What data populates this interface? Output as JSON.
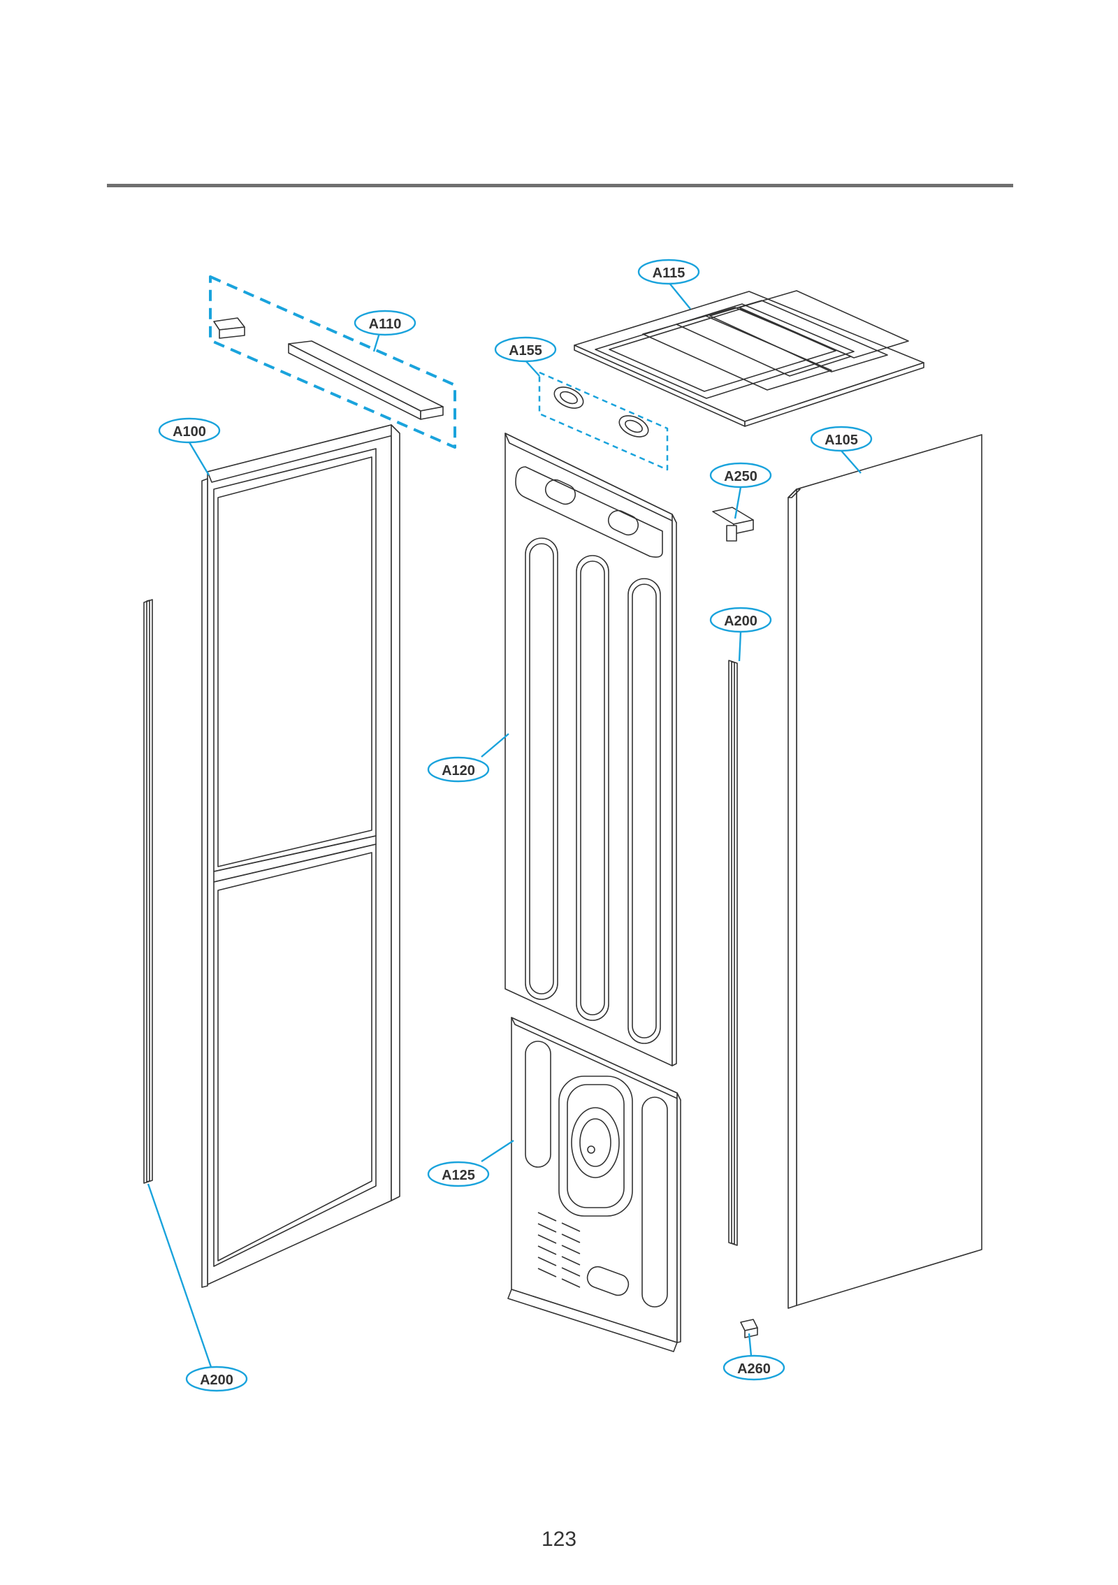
{
  "page": {
    "number": "123"
  },
  "colors": {
    "callout": "#1aa3dc",
    "line": "#333333",
    "fill": "#ffffff",
    "rule": "#6f6f6f"
  },
  "callouts": [
    {
      "id": "a115",
      "label": "A115"
    },
    {
      "id": "a110",
      "label": "A110"
    },
    {
      "id": "a155",
      "label": "A155"
    },
    {
      "id": "a100",
      "label": "A100"
    },
    {
      "id": "a105",
      "label": "A105"
    },
    {
      "id": "a250",
      "label": "A250"
    },
    {
      "id": "a200-right",
      "label": "A200"
    },
    {
      "id": "a120",
      "label": "A120"
    },
    {
      "id": "a125",
      "label": "A125"
    },
    {
      "id": "a200-left",
      "label": "A200"
    },
    {
      "id": "a260",
      "label": "A260"
    }
  ]
}
